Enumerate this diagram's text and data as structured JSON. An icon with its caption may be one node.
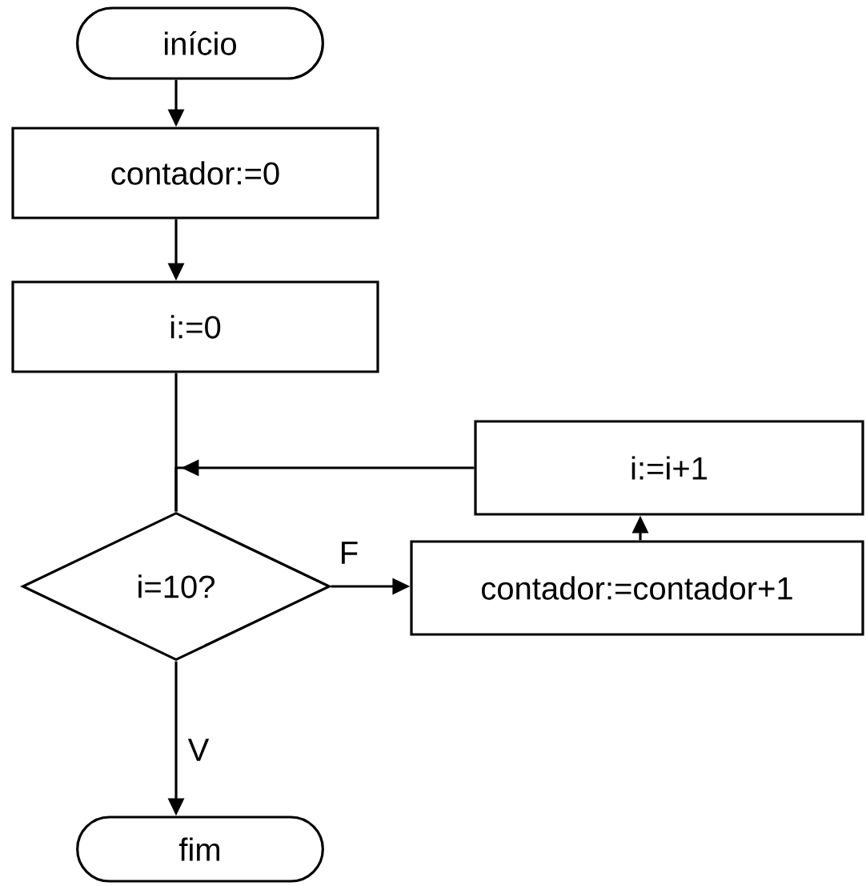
{
  "diagram": {
    "nodes": [
      {
        "text": [
          "início"
        ]
      },
      {
        "text": [
          "contador:=0"
        ]
      },
      {
        "text": [
          "i:=0"
        ]
      },
      {
        "text": [
          "i:=i+1"
        ]
      },
      {
        "text": [
          "i=10?"
        ]
      },
      {
        "text": [
          "contador:=contador+1"
        ]
      },
      {
        "text": [
          "fim"
        ]
      }
    ],
    "edges": [
      {
        "from": 0,
        "to": 1,
        "arrow": "to"
      },
      {
        "from": 1,
        "to": 2,
        "arrow": "to"
      },
      {
        "from": 2,
        "to": 4,
        "arrow": "none"
      },
      {
        "from": 3,
        "to": 4,
        "arrow": "to"
      },
      {
        "from": 4,
        "to": 5,
        "arrow": "to",
        "label": "F"
      },
      {
        "from": 5,
        "to": 3,
        "arrow": "to"
      },
      {
        "from": 4,
        "to": 6,
        "arrow": "to",
        "label": "V"
      }
    ]
  }
}
